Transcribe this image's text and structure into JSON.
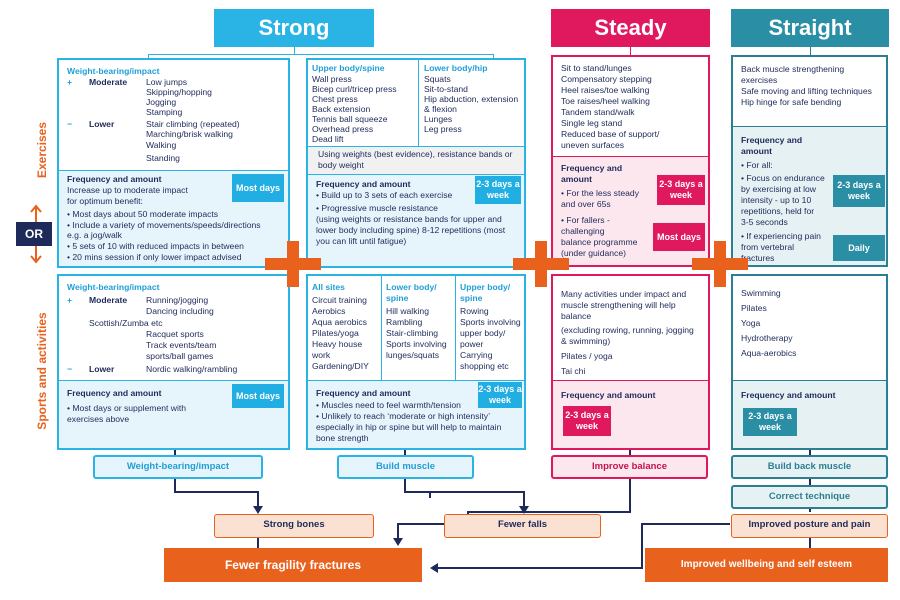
{
  "headers": {
    "strong": "Strong",
    "steady": "Steady",
    "straight": "Straight"
  },
  "side_labels": {
    "exercises": "Exercises",
    "or": "OR",
    "sports": "Sports and activities"
  },
  "strong_ex": {
    "title": "Weight-bearing/impact",
    "plus": "+",
    "minus": "−",
    "moderate": "Moderate",
    "lower": "Lower",
    "moderate_items": [
      "Low jumps",
      "Skipping/hopping",
      "Jogging",
      "Stamping"
    ],
    "lower_items": [
      "Stair climbing (repeated)",
      "Marching/brisk walking",
      "Walking",
      "Standing"
    ],
    "freq_title": "Frequency and amount",
    "freq_lines": [
      "Increase up to moderate impact",
      "for optimum benefit:"
    ],
    "freq_bullets": [
      "• Most days about 50 moderate impacts",
      "• Include a variety of movements/speeds/directions",
      "   e.g. a jog/walk",
      "• 5 sets of 10 with reduced impacts in between",
      "• 20 mins session if only lower impact advised"
    ],
    "badge": "Most days"
  },
  "muscle_ex": {
    "upper_title": "Upper body/spine",
    "upper_items": [
      "Wall press",
      "Bicep curl/tricep press",
      "Chest press",
      "Back extension",
      "Tennis ball squeeze",
      "Overhead press",
      "Dead lift"
    ],
    "lower_title": "Lower body/hip",
    "lower_items": [
      "Squats",
      "Sit-to-stand",
      "Hip abduction, extension",
      "& flexion",
      "Lunges",
      "Leg press"
    ],
    "note": [
      "Using weights (best evidence), resistance bands or",
      "body weight"
    ],
    "freq_title": "Frequency and amount",
    "freq_bullets": [
      "• Build up to 3 sets of each exercise",
      "• Progressive muscle  resistance",
      "   (using weights or resistance bands for upper and",
      "   lower body including spine) 8-12 repetitions (most",
      "   you can lift until fatigue)"
    ],
    "badge": "2-3 days a week"
  },
  "steady_ex": {
    "items": [
      "Sit to stand/lunges",
      "Compensatory stepping",
      "Heel raises/toe walking",
      "Toe raises/heel walking",
      "Tandem stand/walk",
      "Single leg stand",
      "Reduced base of support/",
      "uneven surfaces"
    ],
    "freq_title": [
      "Frequency and",
      "amount"
    ],
    "b1": [
      "• For the less steady",
      "   and over 65s"
    ],
    "b2": [
      "• For fallers -",
      "   challenging",
      "   balance programme",
      "   (under guidance)"
    ],
    "badge1": "2-3 days a week",
    "badge2": "Most days"
  },
  "straight_ex": {
    "items": [
      "Back muscle strengthening",
      "exercises",
      "Safe moving and lifting techniques",
      "Hip hinge for safe bending"
    ],
    "freq_title": [
      "Frequency and",
      "amount"
    ],
    "b0": "• For all:",
    "b1": [
      "• Focus on endurance",
      "   by exercising at low",
      "   intensity - up to 10",
      "   repetitions, held for",
      "   3-5 seconds"
    ],
    "b2": [
      "• If experiencing pain",
      "   from vertebral",
      "   fractures"
    ],
    "badge1": "2-3 days a week",
    "badge2": "Daily"
  },
  "strong_sp": {
    "title": "Weight-bearing/impact",
    "plus": "+",
    "minus": "−",
    "moderate": "Moderate",
    "lower": "Lower",
    "items": [
      "Running/jogging",
      "Dancing including",
      "Scottish/Zumba etc",
      "Racquet sports",
      "Track events/team",
      "sports/ball games"
    ],
    "lower_item": "Nordic walking/rambling",
    "freq_title": "Frequency and amount",
    "freq_bullets": [
      "• Most days or supplement with",
      "   exercises above"
    ],
    "badge": "Most days"
  },
  "muscle_sp": {
    "col1_title": "All sites",
    "col1_items": [
      "Circuit training",
      "Aerobics",
      "Aqua aerobics",
      "Pilates/yoga",
      "Heavy house",
      "work",
      "Gardening/DIY"
    ],
    "col2_title": [
      "Lower body/",
      "spine"
    ],
    "col2_items": [
      "Hill walking",
      "Rambling",
      "Stair-climbing",
      "Sports involving",
      "lunges/squats"
    ],
    "col3_title": [
      "Upper body/",
      "spine"
    ],
    "col3_items": [
      "Rowing",
      "Sports involving",
      "upper body/",
      "power",
      "Carrying",
      "shopping etc"
    ],
    "freq_title": "Frequency and amount",
    "freq_bullets": [
      "• Muscles need to feel warmth/tension",
      "• Unlikely to reach ‘moderate or high intensity’",
      "   especially in hip or spine but will help to maintain",
      "   bone strength"
    ],
    "badge": "2-3 days a week"
  },
  "steady_sp": {
    "lines": [
      "Many activities under impact and",
      "muscle strengthening will help",
      "balance",
      "(excluding rowing, running, jogging",
      "& swimming)",
      "Pilates / yoga",
      "Tai chi"
    ],
    "freq_title": "Frequency and amount",
    "badge": "2-3 days a week"
  },
  "straight_sp": {
    "items": [
      "Swimming",
      "Pilates",
      "Yoga",
      "Hydrotherapy",
      "Aqua-aerobics"
    ],
    "freq_title": "Frequency and amount",
    "badge": "2-3 days a week"
  },
  "outcomes": {
    "weight_bearing": "Weight-bearing/impact",
    "build_muscle": "Build muscle",
    "improve_balance": "Improve balance",
    "build_back": "Build back muscle",
    "correct_technique": "Correct technique",
    "strong_bones": "Strong bones",
    "fewer_falls": "Fewer falls",
    "improved_posture": "Improved posture and pain",
    "fewer_fractures": "Fewer fragility fractures",
    "wellbeing": "Improved wellbeing and self esteem"
  },
  "colors": {
    "blue": "#2ab3e5",
    "pink": "#e0195e",
    "teal": "#2a7f92",
    "orange": "#e8621e",
    "navy": "#1e2a5a"
  }
}
